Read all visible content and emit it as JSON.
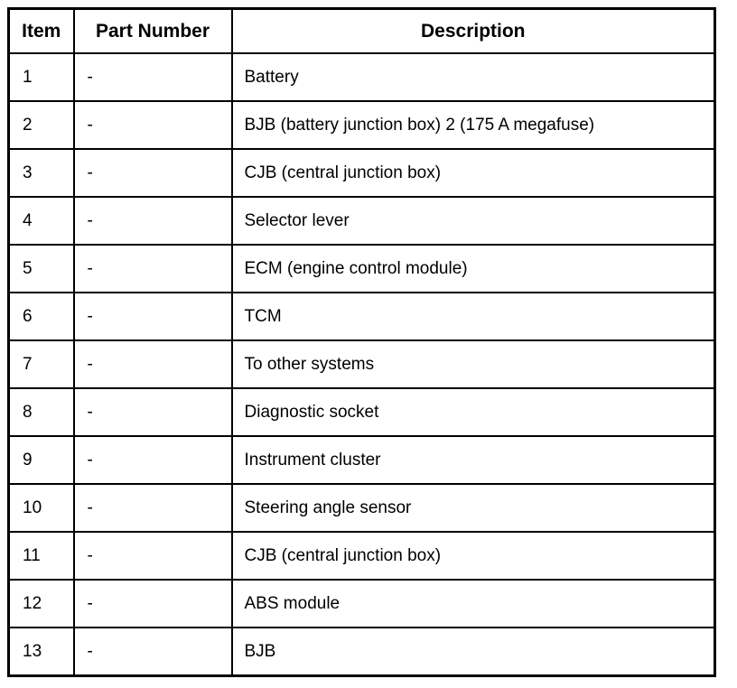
{
  "table": {
    "columns": [
      {
        "key": "item",
        "label": "Item",
        "align": "center"
      },
      {
        "key": "part_number",
        "label": "Part Number",
        "align": "center"
      },
      {
        "key": "description",
        "label": "Description",
        "align": "center"
      }
    ],
    "rows": [
      {
        "item": "1",
        "part_number": "-",
        "description": "Battery"
      },
      {
        "item": "2",
        "part_number": "-",
        "description": "BJB (battery junction box) 2 (175 A megafuse)"
      },
      {
        "item": "3",
        "part_number": "-",
        "description": "CJB (central junction box)"
      },
      {
        "item": "4",
        "part_number": "-",
        "description": "Selector lever"
      },
      {
        "item": "5",
        "part_number": "-",
        "description": "ECM (engine control module)"
      },
      {
        "item": "6",
        "part_number": "-",
        "description": "TCM"
      },
      {
        "item": "7",
        "part_number": "-",
        "description": "To other systems"
      },
      {
        "item": "8",
        "part_number": "-",
        "description": "Diagnostic socket"
      },
      {
        "item": "9",
        "part_number": "-",
        "description": "Instrument cluster"
      },
      {
        "item": "10",
        "part_number": "-",
        "description": "Steering angle sensor"
      },
      {
        "item": "11",
        "part_number": "-",
        "description": "CJB (central junction box)"
      },
      {
        "item": "12",
        "part_number": "-",
        "description": "ABS module"
      },
      {
        "item": "13",
        "part_number": "-",
        "description": "BJB"
      }
    ]
  },
  "colors": {
    "border": "#000000",
    "text": "#000000",
    "background": "#ffffff"
  }
}
